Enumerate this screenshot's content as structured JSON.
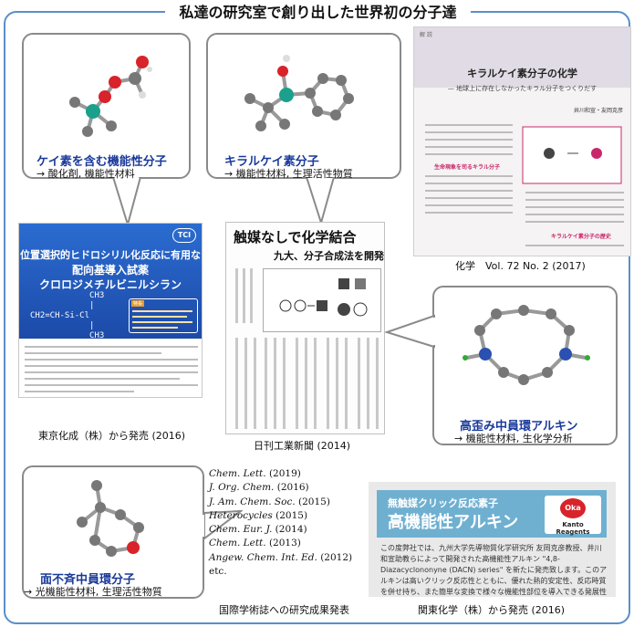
{
  "title": "私達の研究室で創り出した世界初の分子達",
  "panels": {
    "silicon_functional": {
      "heading": "ケイ素を含む機能性分子",
      "uses": "→  酸化剤, 機能性材料"
    },
    "chiral_silicon": {
      "heading": "キラルケイ素分子",
      "uses": "→  機能性材料, 生理活性物質"
    },
    "strained_alkyne": {
      "heading": "高歪み中員環アルキン",
      "uses": "→  機能性材料, 生化学分析"
    },
    "asymmetric_ring": {
      "heading": "面不斉中員環分子",
      "uses": "→  光機能性材料, 生理活性物質"
    }
  },
  "captions": {
    "kagaku": "化学　Vol. 72 No. 2 (2017)",
    "tci": "東京化成（株）から発売 (2016)",
    "nikkan": "日刊工業新聞 (2014)",
    "publications": "国際学術誌への研究成果発表",
    "kanto": "関東化学（株）から発売 (2016)"
  },
  "kagaku_article": {
    "tag": "解 説",
    "title": "キラルケイ素分子の化学",
    "subtitle": "— 地球上に存在しなかったキラル分子をつくりだす",
    "authors": "井川和宣・友岡克彦",
    "section1": "生命現象を司るキラル分子",
    "section2": "キラルケイ素分子の歴史"
  },
  "tci_ad": {
    "logo": "TCI",
    "title_line1": "位置選択的ヒドロシリル化反応に有用な",
    "title_line2": "配向基導入試薬",
    "title_line3": "クロロジメチルビニルシラン",
    "formula": "            CH3\n            |\nCH2=CH-Si-Cl\n            |\n            CH3",
    "tag": "特長"
  },
  "newspaper": {
    "headline": "触媒なしで化学結合",
    "subhead": "九大、分子合成法を開発"
  },
  "kanto_ad": {
    "line1": "無触媒クリック反応素子",
    "line2": "高機能性アルキン",
    "logo_oval": "Oka",
    "logo_name": "Kanto Reagents",
    "body": "この度弊社では、九州大学先導物質化学研究所 友岡克彦教授、井川和宣助教らによって開発された高機能性アルキン \"4,8-Diazacyclononyne (DACN) series\" を新たに発売致します。このアルキンは高いクリック反応性とともに、優れた熱的安定性、反応時質を併せ持ち、また簡単な変換で様々な機能性部位を導入できる発展性を有しています。"
  },
  "publications": [
    {
      "journal": "Chem. Lett.",
      "year": " (2019)"
    },
    {
      "journal": "J. Org. Chem.",
      "year": " (2016)"
    },
    {
      "journal": "J. Am. Chem. Soc.",
      "year": " (2015)"
    },
    {
      "journal": "Heterocycles",
      "year": " (2015)"
    },
    {
      "journal": "Chem. Eur. J.",
      "year": " (2014)"
    },
    {
      "journal": "Chem. Lett.",
      "year": " (2013)"
    },
    {
      "journal": "Angew. Chem. Int. Ed.",
      "year": " (2012)"
    },
    {
      "journal": "etc.",
      "year": ""
    }
  ],
  "colors": {
    "frame": "#5a8fc9",
    "heading": "#1a3a9a",
    "carbon": "#777777",
    "silicon": "#1aa08c",
    "oxygen": "#d8232a",
    "nitrogen": "#2a50b0"
  }
}
